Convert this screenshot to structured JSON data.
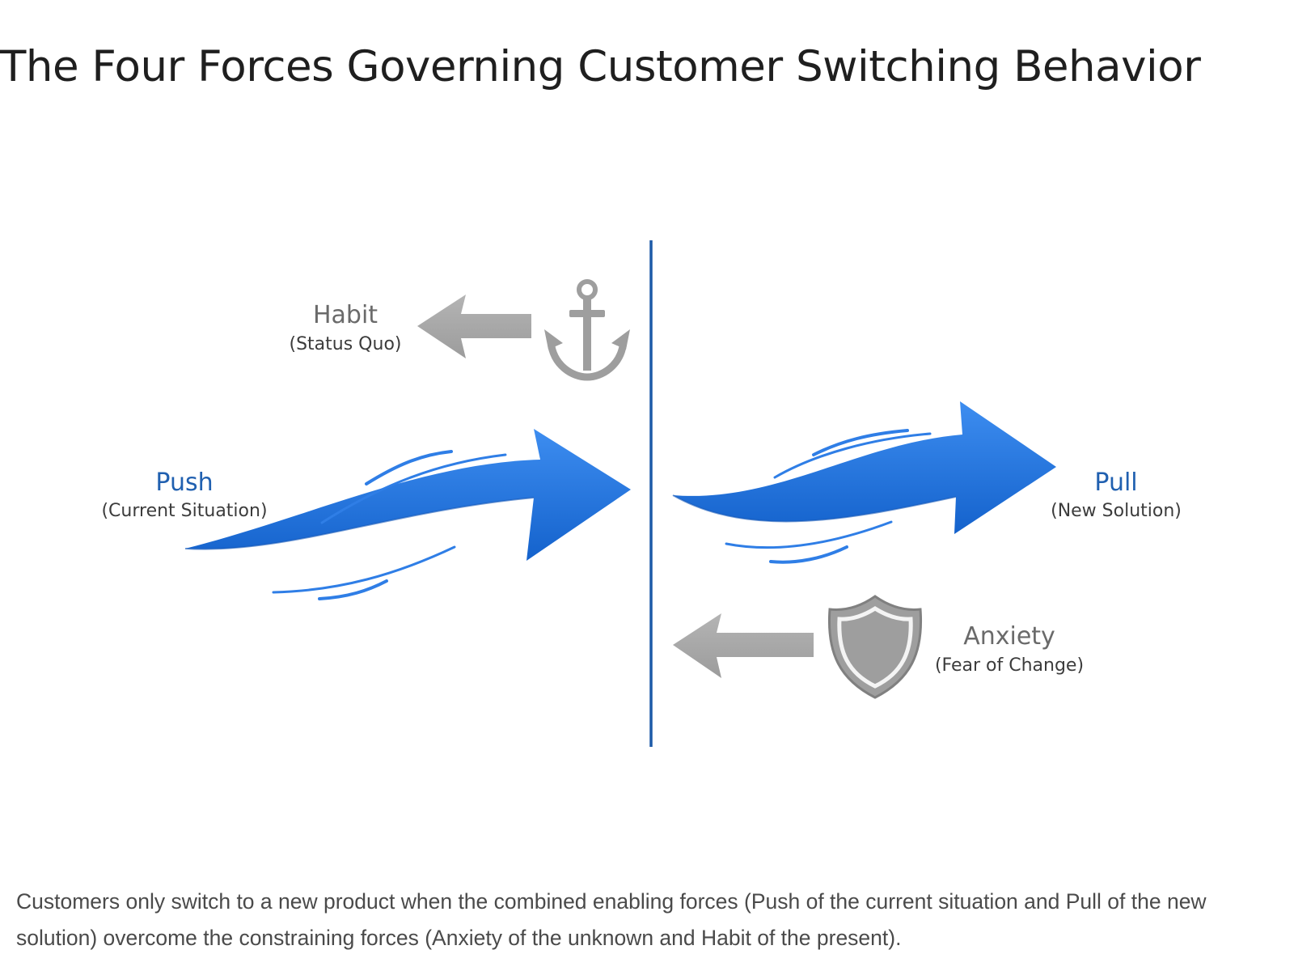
{
  "title": "The Four Forces Governing Customer Switching Behavior",
  "forces": {
    "habit": {
      "label": "Habit",
      "sublabel": "(Status Quo)",
      "icon": "anchor-icon"
    },
    "push": {
      "label": "Push",
      "sublabel": "(Current Situation)"
    },
    "pull": {
      "label": "Pull",
      "sublabel": "(New Solution)"
    },
    "anxiety": {
      "label": "Anxiety",
      "sublabel": "(Fear of Change)",
      "icon": "shield-icon"
    }
  },
  "colors": {
    "enabling_blue": "#1a6fd8",
    "enabling_label": "#2060b0",
    "constraining_gray": "#a8a8a8",
    "constraining_label": "#6a6a6a",
    "divider": "#1d5aa8"
  },
  "caption": "Customers only switch to a new product when the combined enabling forces (Push of the current situation and Pull of the new solution) overcome the constraining forces (Anxiety of the unknown and Habit of the present)."
}
